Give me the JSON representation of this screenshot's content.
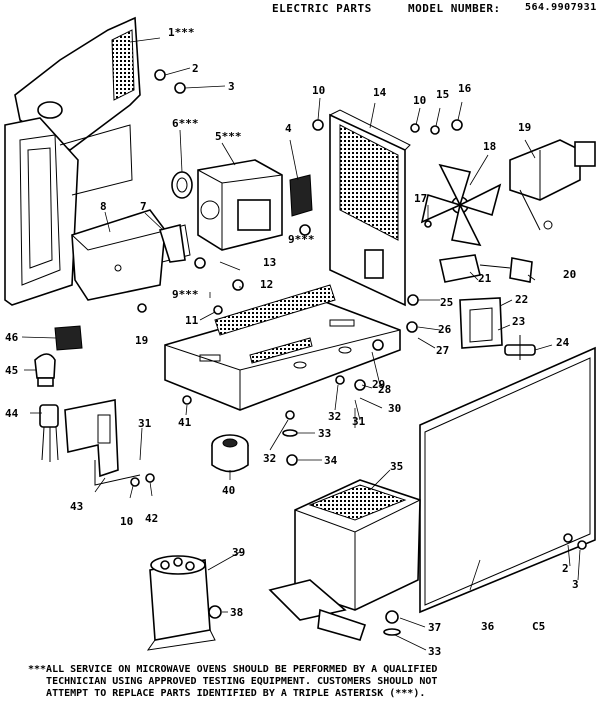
{
  "header": {
    "title": "ELECTRIC PARTS",
    "model_label": "MODEL NUMBER:",
    "model_number": "564.9907931"
  },
  "callouts": [
    {
      "id": "c1",
      "text": "1***"
    },
    {
      "id": "c2a",
      "text": "2"
    },
    {
      "id": "c3a",
      "text": "3"
    },
    {
      "id": "c4",
      "text": "4"
    },
    {
      "id": "c5",
      "text": "5***"
    },
    {
      "id": "c6",
      "text": "6***"
    },
    {
      "id": "c7",
      "text": "7"
    },
    {
      "id": "c8",
      "text": "8"
    },
    {
      "id": "c9a",
      "text": "9***"
    },
    {
      "id": "c9b",
      "text": "9***"
    },
    {
      "id": "c10a",
      "text": "10"
    },
    {
      "id": "c10b",
      "text": "10"
    },
    {
      "id": "c10c",
      "text": "10"
    },
    {
      "id": "c11",
      "text": "11"
    },
    {
      "id": "c12",
      "text": "12"
    },
    {
      "id": "c13",
      "text": "13"
    },
    {
      "id": "c14",
      "text": "14"
    },
    {
      "id": "c15",
      "text": "15"
    },
    {
      "id": "c16",
      "text": "16"
    },
    {
      "id": "c17",
      "text": "17"
    },
    {
      "id": "c18",
      "text": "18"
    },
    {
      "id": "c19a",
      "text": "19"
    },
    {
      "id": "c19b",
      "text": "19"
    },
    {
      "id": "c20",
      "text": "20"
    },
    {
      "id": "c21",
      "text": "21"
    },
    {
      "id": "c22",
      "text": "22"
    },
    {
      "id": "c23",
      "text": "23"
    },
    {
      "id": "c24",
      "text": "24"
    },
    {
      "id": "c25",
      "text": "25"
    },
    {
      "id": "c26",
      "text": "26"
    },
    {
      "id": "c27",
      "text": "27"
    },
    {
      "id": "c28",
      "text": "28"
    },
    {
      "id": "c29",
      "text": "29"
    },
    {
      "id": "c30",
      "text": "30"
    },
    {
      "id": "c31a",
      "text": "31"
    },
    {
      "id": "c31b",
      "text": "31"
    },
    {
      "id": "c32a",
      "text": "32"
    },
    {
      "id": "c32b",
      "text": "32"
    },
    {
      "id": "c33a",
      "text": "33"
    },
    {
      "id": "c33b",
      "text": "33"
    },
    {
      "id": "c34",
      "text": "34"
    },
    {
      "id": "c35",
      "text": "35"
    },
    {
      "id": "c36",
      "text": "36"
    },
    {
      "id": "c37",
      "text": "37"
    },
    {
      "id": "c38",
      "text": "38"
    },
    {
      "id": "c39",
      "text": "39"
    },
    {
      "id": "c40",
      "text": "40"
    },
    {
      "id": "c41",
      "text": "41"
    },
    {
      "id": "c42",
      "text": "42"
    },
    {
      "id": "c43",
      "text": "43"
    },
    {
      "id": "c44",
      "text": "44"
    },
    {
      "id": "c45",
      "text": "45"
    },
    {
      "id": "c46",
      "text": "46"
    },
    {
      "id": "c2b",
      "text": "2"
    },
    {
      "id": "c3b",
      "text": "3"
    },
    {
      "id": "cC5",
      "text": "C5"
    }
  ],
  "note": {
    "line1": "***ALL SERVICE ON MICROWAVE OVENS SHOULD BE PERFORMED BY A QUALIFIED",
    "line2": "   TECHNICIAN USING APPROVED TESTING EQUIPMENT. CUSTOMERS SHOULD NOT",
    "line3": "   ATTEMPT TO REPLACE PARTS IDENTIFIED BY A TRIPLE ASTERISK (***)."
  }
}
